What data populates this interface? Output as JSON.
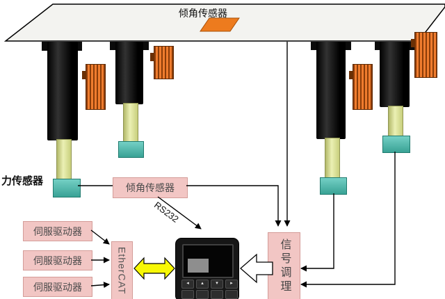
{
  "colors": {
    "orange": "#ed7b1e",
    "pink": "#f2c6c4",
    "teal": "#45b1a5",
    "rod_yellow": "#dce09a",
    "arrow_yellow": "#f8f805",
    "platform": "#f3f3f0"
  },
  "platform": {
    "label": "倾角传感器"
  },
  "labels": {
    "force_sensor": "力传感器"
  },
  "tilt_sensor_box": {
    "label": "倾角传感器"
  },
  "rs232": {
    "label": "RS232"
  },
  "servo_drivers": [
    {
      "label": "伺服驱动器"
    },
    {
      "label": "伺服驱动器"
    },
    {
      "label": "伺服驱动器"
    }
  ],
  "ethercat": {
    "label": "EtherCAT"
  },
  "signal_conditioning": {
    "label": "信号调理"
  },
  "controller": {
    "keys_row1": [
      "◂",
      "▴",
      "▾",
      "▸"
    ],
    "keys_row2": [
      "",
      "",
      "",
      ""
    ]
  }
}
